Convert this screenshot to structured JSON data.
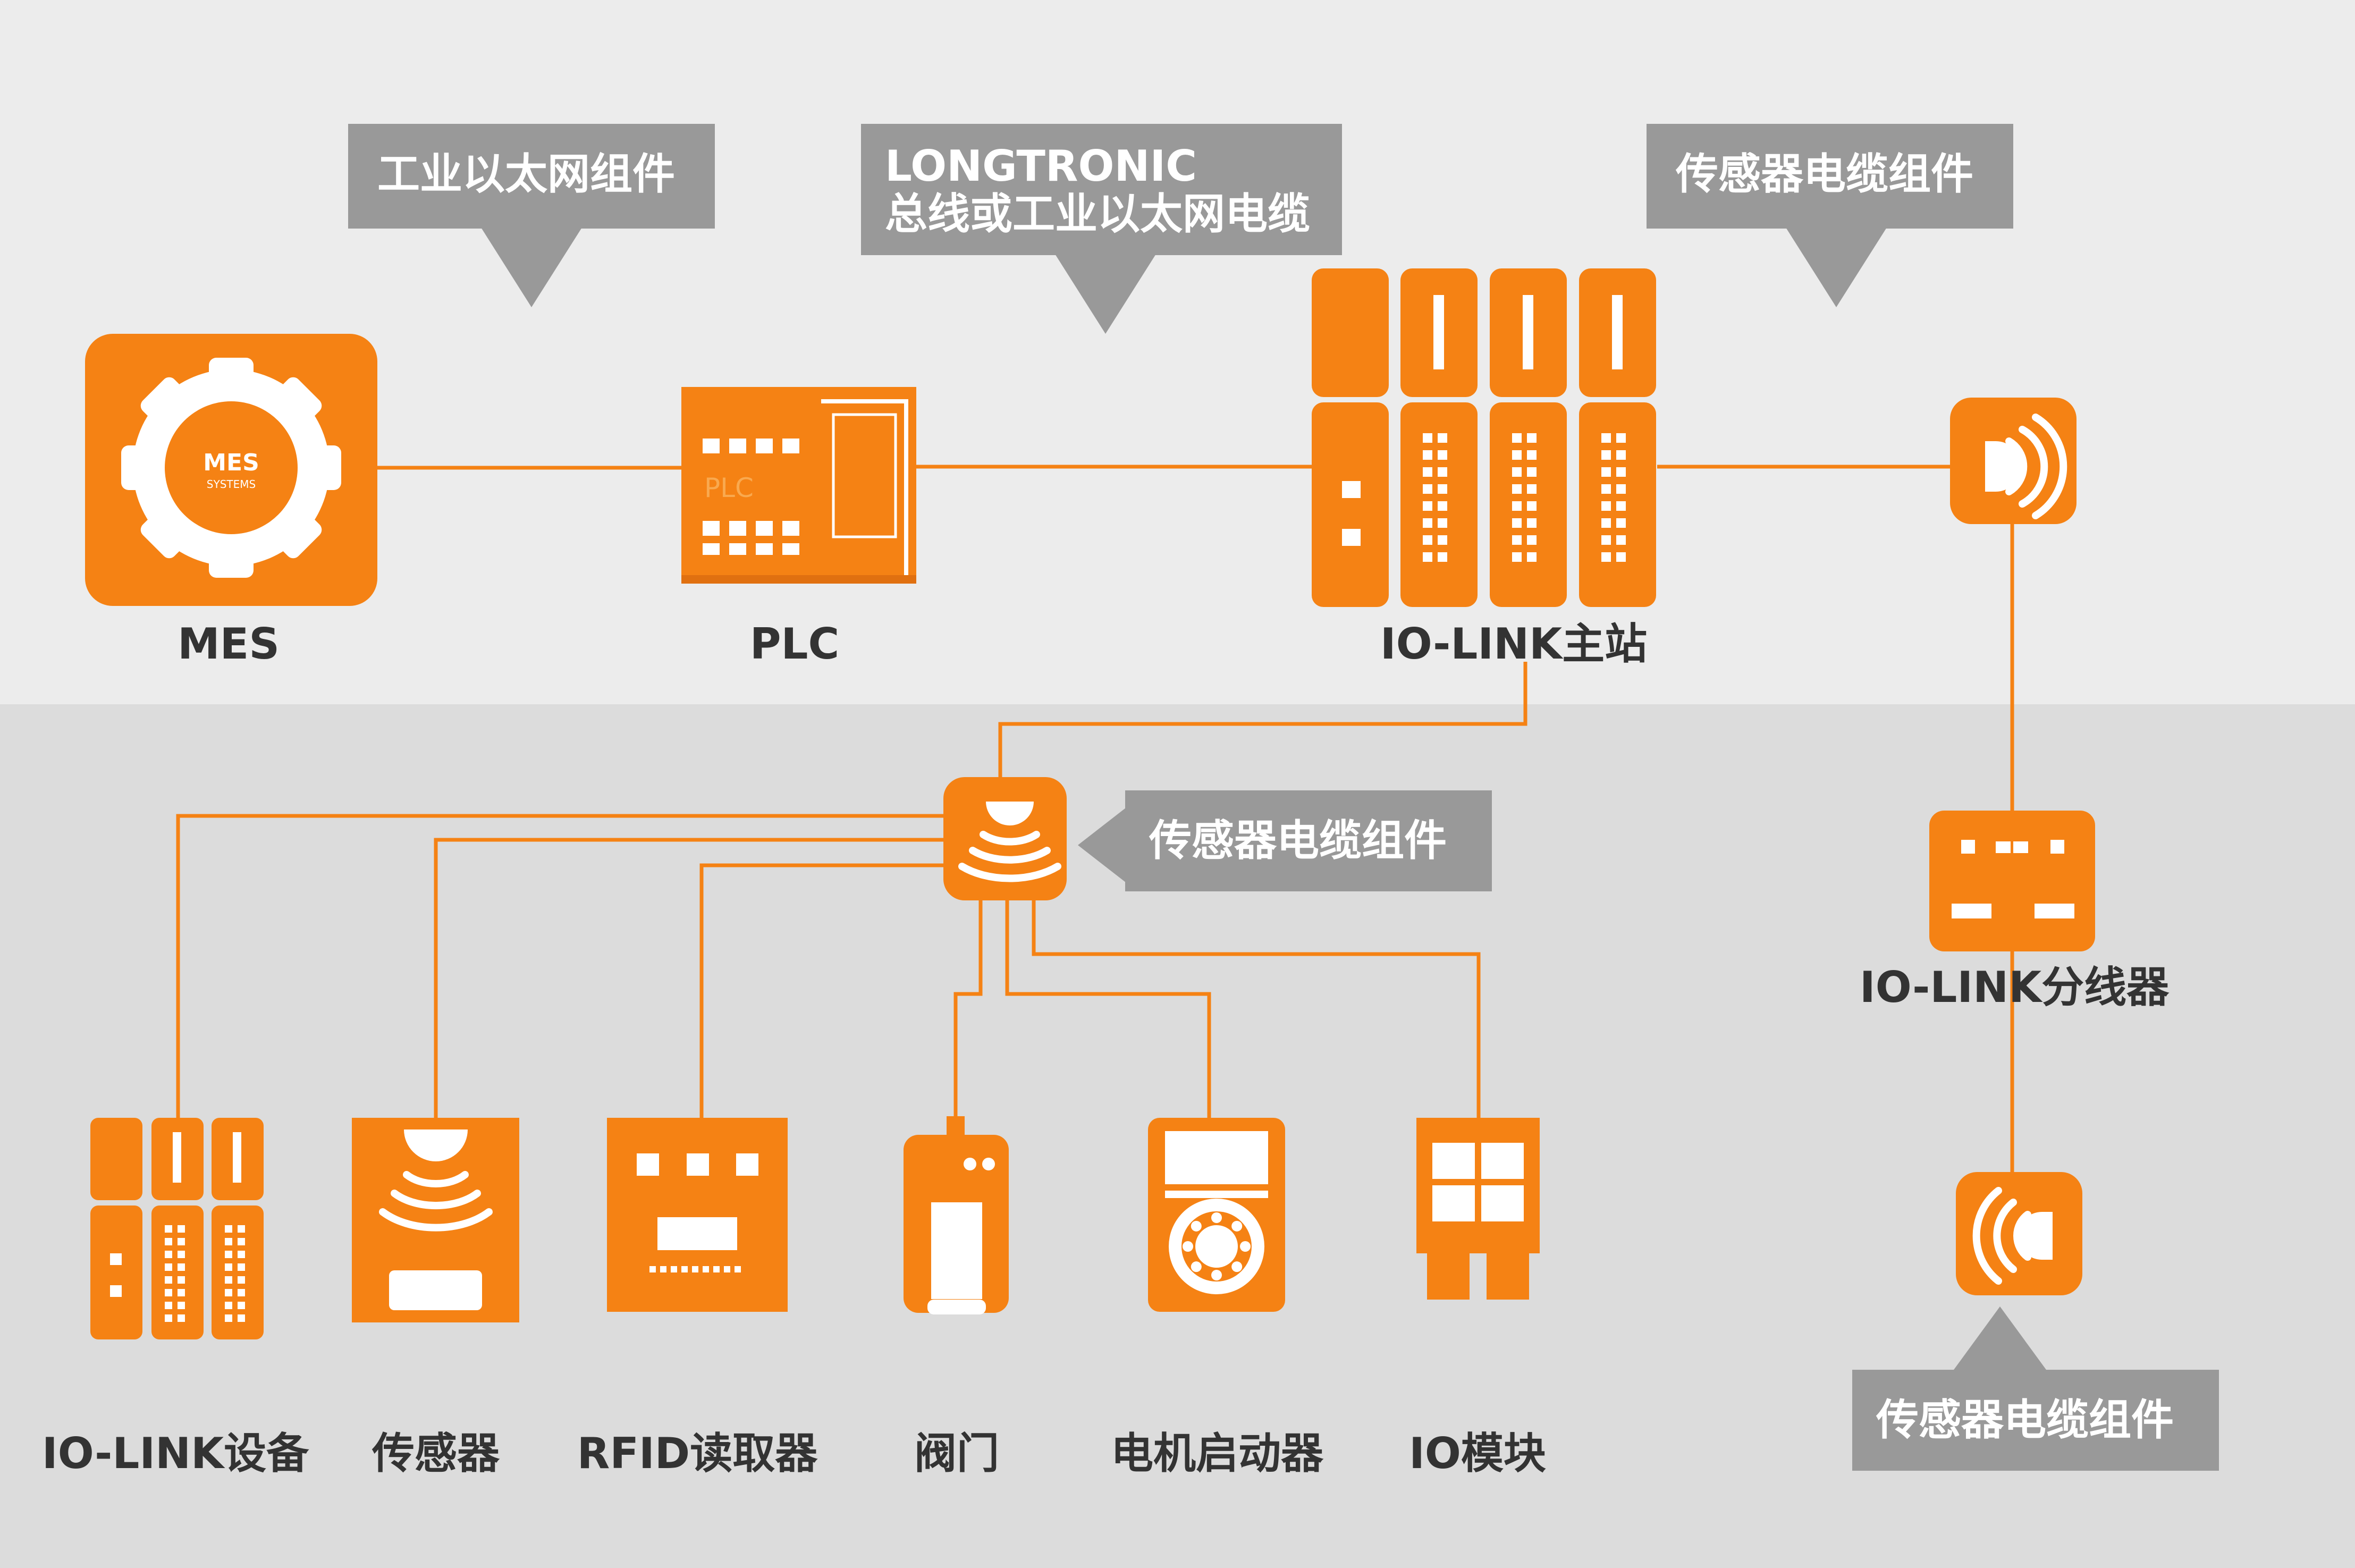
{
  "colors": {
    "orange": "#f58214",
    "gray_callout": "#999999",
    "top_bg": "#ececec",
    "bottom_bg": "#dcdcdc",
    "text": "#333333",
    "white": "#ffffff"
  },
  "callouts": {
    "industrial_ethernet": "工业以太网组件",
    "longtronic_line1": "LONGTRONIC",
    "longtronic_line2": "总线或工业以太网电缆",
    "sensor_cable_top": "传感器电缆组件",
    "sensor_cable_mid": "传感器电缆组件",
    "sensor_cable_bottom": "传感器电缆组件"
  },
  "nodes": {
    "mes": {
      "label": "MES",
      "icon_text": "MES",
      "icon_subtext": "SYSTEMS",
      "icon": "gear-icon"
    },
    "plc": {
      "label": "PLC",
      "icon_text": "PLC",
      "icon": "plc-icon"
    },
    "master": {
      "label": "IO-LINK主站",
      "icon": "io-link-master-icon"
    },
    "splitter": {
      "label": "IO-LINK分线器",
      "icon": "splitter-icon"
    }
  },
  "devices": [
    {
      "label": "IO-LINK设备",
      "icon": "io-link-device-icon"
    },
    {
      "label": "传感器",
      "icon": "sensor-icon"
    },
    {
      "label": "RFID读取器",
      "icon": "rfid-reader-icon"
    },
    {
      "label": "阀门",
      "icon": "valve-icon"
    },
    {
      "label": "电机启动器",
      "icon": "motor-starter-icon"
    },
    {
      "label": "IO模块",
      "icon": "io-module-icon"
    }
  ]
}
